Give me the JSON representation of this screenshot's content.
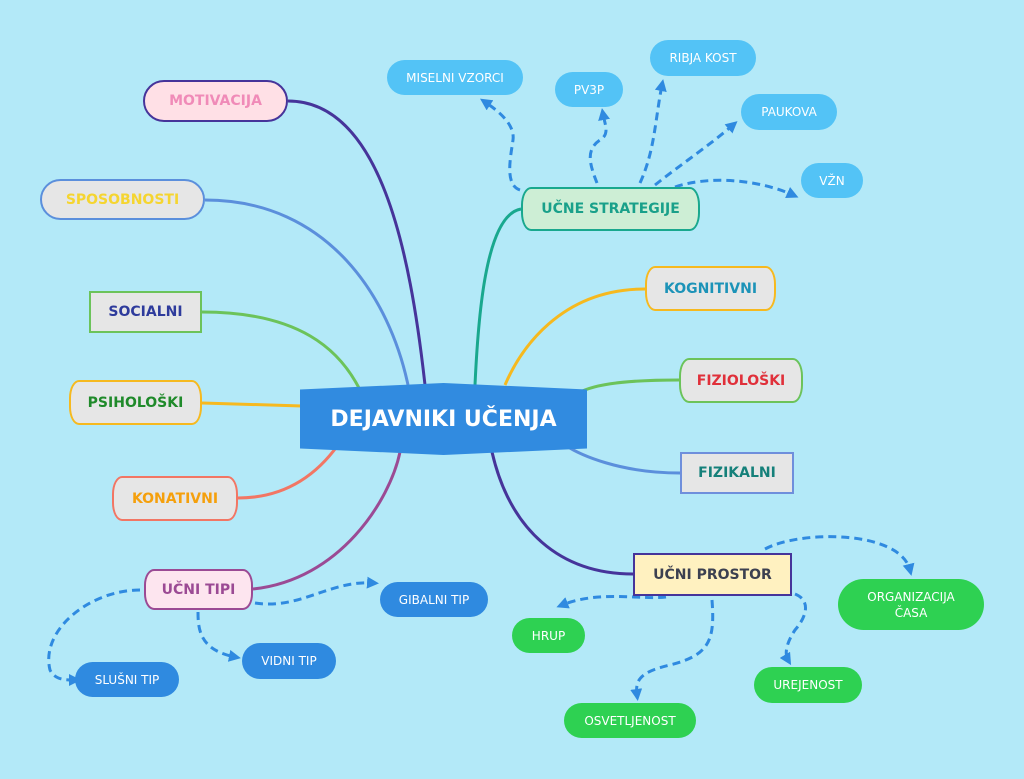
{
  "central_topic": "DEJAVNIKI UČENJA",
  "branches": {
    "motivacija": "MOTIVACIJA",
    "sposobnosti": "SPOSOBNOSTI",
    "socialni": "SOCIALNI",
    "psiholoski": "PSIHOLOŠKI",
    "konativni": "KONATIVNI",
    "ucni_tipi": {
      "label": "UČNI TIPI",
      "children": [
        "GIBALNI TIP",
        "VIDNI TIP",
        "SLUŠNI TIP"
      ]
    },
    "ucne_strategije": {
      "label": "UČNE STRATEGIJE",
      "children": [
        "MISELNI VZORCI",
        "PV3P",
        "RIBJA KOST",
        "PAUKOVA",
        "VŽN"
      ]
    },
    "kognitivni": "KOGNITIVNI",
    "fizioloski": "FIZIOLOŠKI",
    "fizikalni": "FIZIKALNI",
    "ucni_prostor": {
      "label": "UČNI PROSTOR",
      "children": [
        "ORGANIZACIJA ČASA",
        "HRUP",
        "OSVETLJENOST",
        "UREJENOST"
      ]
    }
  },
  "colors": {
    "background": "#b3e9f8",
    "center": "#318be0",
    "arrow": "#2f8ae0",
    "leaf_light_blue": "#53c3f6",
    "leaf_green": "#2ed152"
  }
}
